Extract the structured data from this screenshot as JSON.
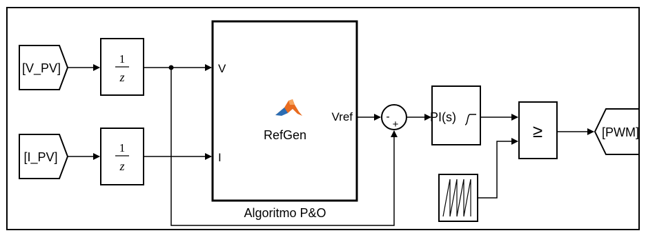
{
  "blocks": {
    "from_vpv": "[V_PV]",
    "from_ipv": "[I_PV]",
    "delay_num": "1",
    "delay_den": "z",
    "subsystem_name": "Algoritmo P&O",
    "matlab_fn_label": "RefGen",
    "port_v": "V",
    "port_i": "I",
    "port_vref": "Vref",
    "sum_minus": "-",
    "sum_plus": "+",
    "pi_label": "PI(s)",
    "compare_label": "≥",
    "goto_pwm": "[PWM]"
  },
  "colors": {
    "line": "#000000",
    "block_fill": "#ffffff",
    "matlab_logo_orange": "#e86b1f",
    "matlab_logo_blue": "#2b6db3"
  },
  "icons": {
    "matlab_logo": "matlab-membrane-icon",
    "sawtooth": "sawtooth-wave-icon",
    "saturation": "saturation-curve-icon"
  }
}
